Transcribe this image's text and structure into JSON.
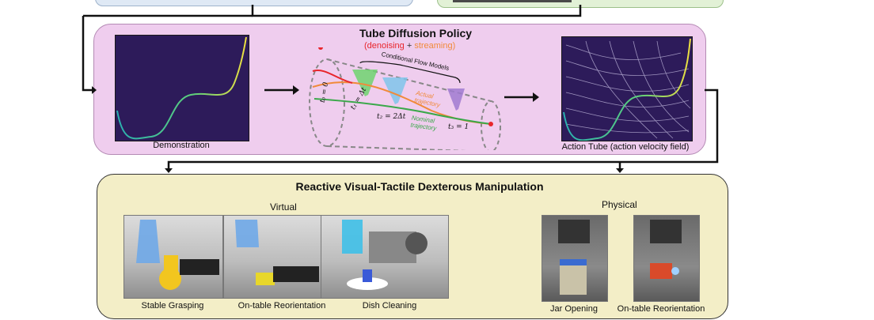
{
  "tube_diffusion": {
    "title": "Tube Diffusion Policy",
    "subtitle_open": "(",
    "subtitle_denoising": "denoising",
    "subtitle_plus": " + ",
    "subtitle_streaming": "streaming",
    "subtitle_close": ")",
    "demonstration_caption": "Demonstration",
    "action_tube_caption": "Action Tube (action velocity field)",
    "flow_models_label": "Conditional Flow Models",
    "actual_trajectory_label": "Actual trajectory",
    "nominal_trajectory_label": "Nominal trajectory",
    "t_labels": [
      "t₀ = 0",
      "t₁ = Δt",
      "t₂ = 2Δt",
      "t₃ = 1"
    ]
  },
  "manipulation": {
    "title": "Reactive Visual-Tactile Dexterous Manipulation",
    "virtual_label": "Virtual",
    "physical_label": "Physical",
    "virtual_tasks": [
      "Stable Grasping",
      "On-table Reorientation",
      "Dish Cleaning"
    ],
    "physical_tasks": [
      "Jar Opening",
      "On-table Reorientation"
    ]
  },
  "colors": {
    "tube_panel": "#efcdee",
    "manip_panel": "#f3eec7",
    "denoising": "#e8252b",
    "streaming": "#f08a3a",
    "actual": "#f08a3a",
    "nominal": "#3aa84a"
  }
}
